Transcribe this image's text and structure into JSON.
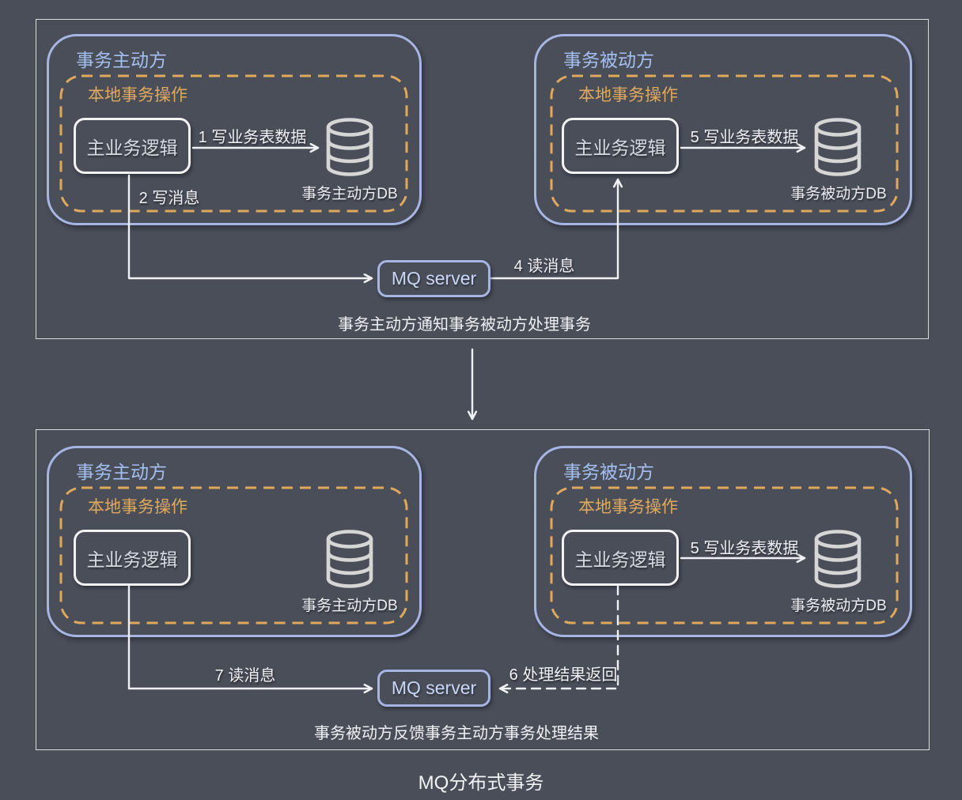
{
  "diagram_title": "MQ分布式事务",
  "colors": {
    "background": "#4a4e59",
    "frame_border": "#dcdde1",
    "panel_border": "#a6b5e3",
    "panel_title_text": "#a5c0f0",
    "local_dashed_border": "#dfa85c",
    "local_title_text": "#e0a95c",
    "node_border": "#f2f2f2",
    "arrow_and_text": "#f0f1f4",
    "mq_text": "#c9d7f8",
    "db_icon_stroke": "#d6d6d6"
  },
  "icons": {
    "database": "database-cylinder-icon"
  },
  "sections": [
    {
      "caption": "事务主动方通知事务被动方处理事务",
      "mq_label": "MQ server",
      "active_panel": {
        "title": "事务主动方",
        "local_label": "本地事务操作",
        "logic_label": "主业务逻辑",
        "db_label": "事务主动方DB"
      },
      "passive_panel": {
        "title": "事务被动方",
        "local_label": "本地事务操作",
        "logic_label": "主业务逻辑",
        "db_label": "事务被动方DB"
      },
      "arrow_labels": {
        "write_table": "1 写业务表数据",
        "write_msg": "2 写消息",
        "read_msg": "4 读消息",
        "passive_write_table": "5 写业务表数据"
      }
    },
    {
      "caption": "事务被动方反馈事务主动方事务处理结果",
      "mq_label": "MQ server",
      "active_panel": {
        "title": "事务主动方",
        "local_label": "本地事务操作",
        "logic_label": "主业务逻辑",
        "db_label": "事务主动方DB"
      },
      "passive_panel": {
        "title": "事务被动方",
        "local_label": "本地事务操作",
        "logic_label": "主业务逻辑",
        "db_label": "事务被动方DB"
      },
      "arrow_labels": {
        "read_msg": "7 读消息",
        "result_return": "6 处理结果返回",
        "passive_write_table": "5 写业务表数据"
      }
    }
  ]
}
